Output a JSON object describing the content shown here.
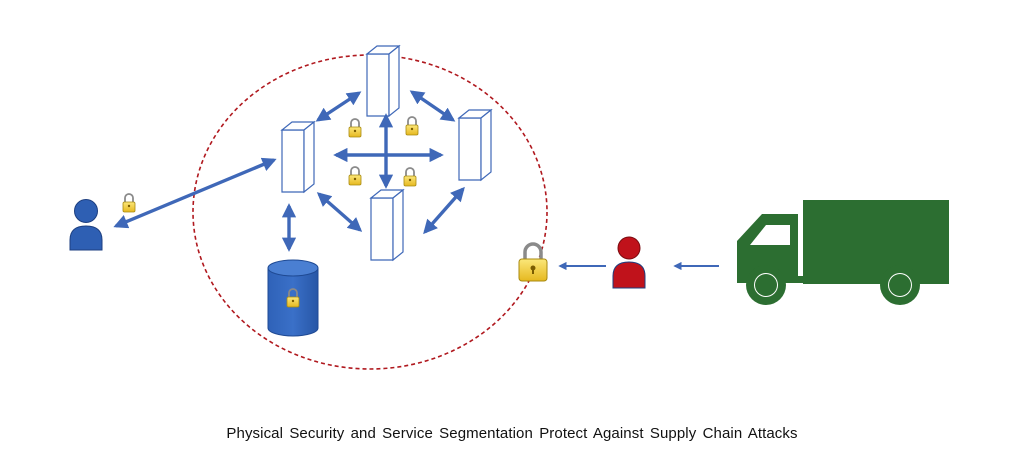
{
  "diagram": {
    "caption": "Physical Security and Service Segmentation Protect Against Supply  Chain Attacks",
    "nodes": [
      {
        "id": "user-left",
        "kind": "person",
        "icon": "person-icon",
        "color": "#2e5fb3"
      },
      {
        "id": "server-top",
        "kind": "server",
        "icon": "server-icon"
      },
      {
        "id": "server-left",
        "kind": "server",
        "icon": "server-icon"
      },
      {
        "id": "server-right",
        "kind": "server",
        "icon": "server-icon"
      },
      {
        "id": "server-bottom",
        "kind": "server",
        "icon": "server-icon"
      },
      {
        "id": "database",
        "kind": "database",
        "icon": "database-icon",
        "color": "#2e5fb3"
      },
      {
        "id": "attacker",
        "kind": "person",
        "icon": "person-icon",
        "color": "#c0121b"
      },
      {
        "id": "truck",
        "kind": "vehicle",
        "icon": "truck-icon",
        "color": "#2c6e31"
      },
      {
        "id": "perimeter",
        "kind": "boundary",
        "style": "dashed-circle",
        "color": "#b0181e"
      },
      {
        "id": "perimeter-lock",
        "kind": "lock",
        "icon": "padlock-icon",
        "state": "locked"
      }
    ],
    "edges": [
      {
        "from": "user-left",
        "to": "server-left",
        "direction": "both"
      },
      {
        "from": "server-left",
        "to": "server-top",
        "direction": "both"
      },
      {
        "from": "server-top",
        "to": "server-right",
        "direction": "both"
      },
      {
        "from": "server-right",
        "to": "server-bottom",
        "direction": "both"
      },
      {
        "from": "server-left",
        "to": "server-bottom",
        "direction": "both"
      },
      {
        "from": "server-left",
        "to": "database",
        "direction": "both"
      },
      {
        "from": "attacker",
        "to": "perimeter-lock",
        "direction": "forward"
      },
      {
        "from": "truck",
        "to": "attacker",
        "direction": "forward"
      }
    ],
    "colors": {
      "arrow": "#3f68b8",
      "lock_body": "#f2d43a",
      "lock_shackle": "#8a8a8a",
      "server_outline": "#3f68b8"
    }
  }
}
